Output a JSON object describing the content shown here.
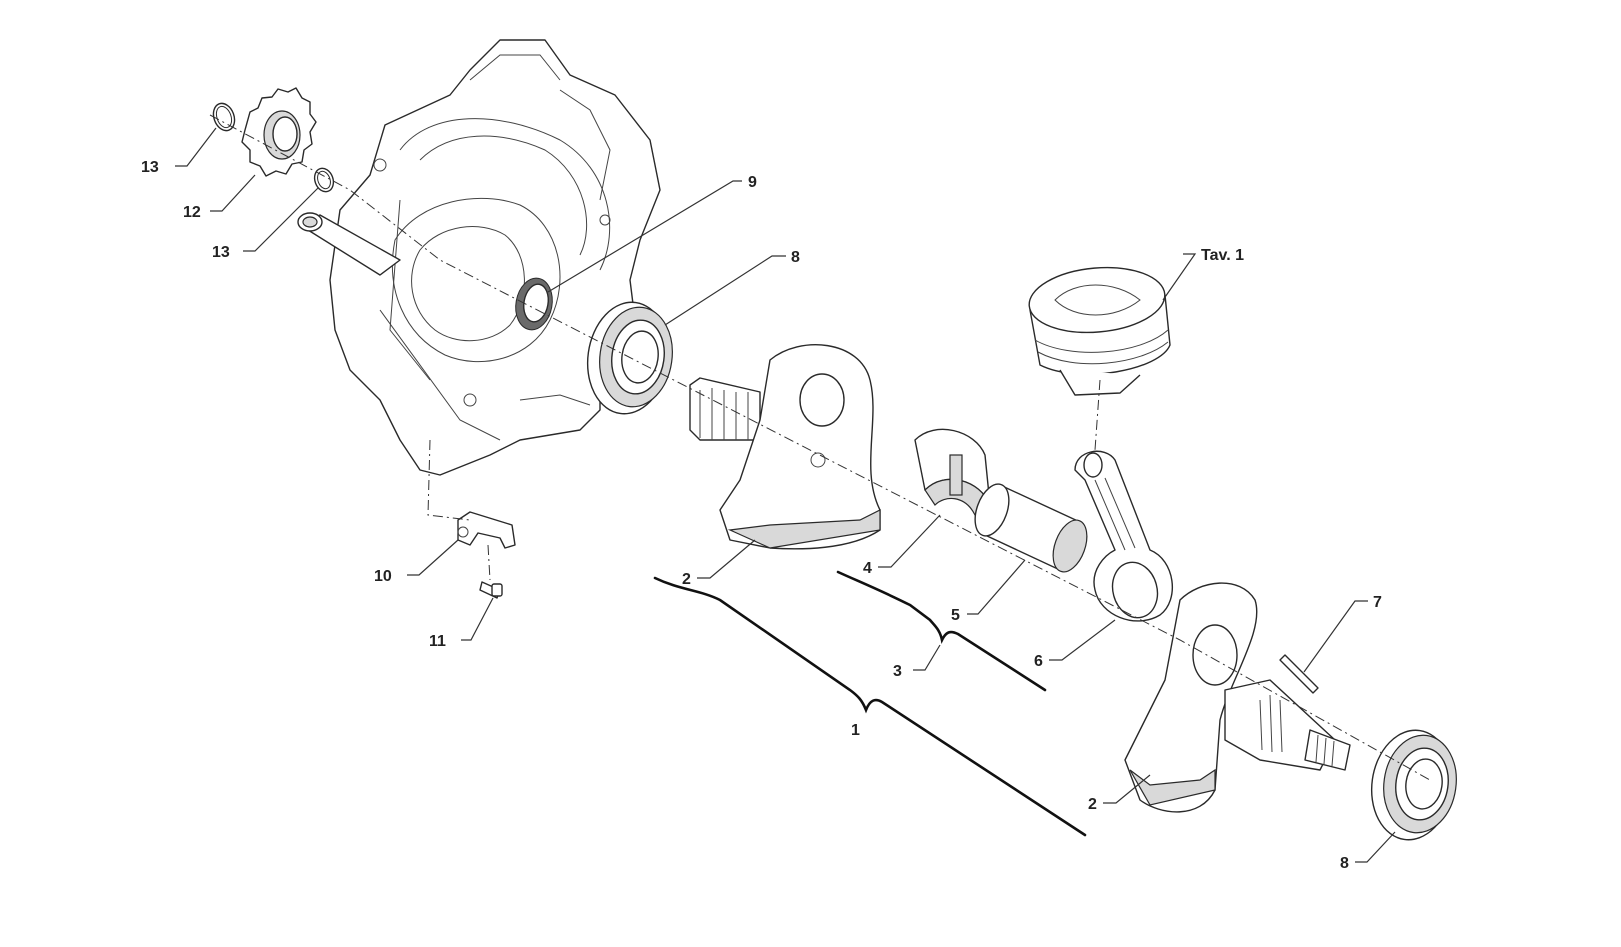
{
  "callouts": {
    "c1": "1",
    "c2a": "2",
    "c2b": "2",
    "c3": "3",
    "c4": "4",
    "c5": "5",
    "c6": "6",
    "c7": "7",
    "c8a": "8",
    "c8b": "8",
    "c9": "9",
    "c10": "10",
    "c11": "11",
    "c12": "12",
    "c13a": "13",
    "c13b": "13",
    "tav": "Tav. 1"
  }
}
